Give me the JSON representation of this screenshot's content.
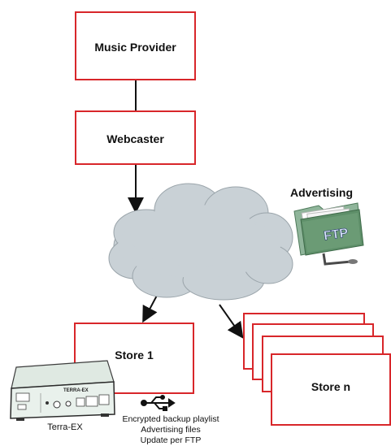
{
  "boxes": {
    "music_provider": "Music Provider",
    "webcaster": "Webcaster",
    "store_1": "Store 1",
    "store_n": "Store n"
  },
  "advertising": {
    "title": "Advertising",
    "ftp_label": "FTP"
  },
  "device": {
    "caption": "Terra-EX",
    "brand_text": "TERRA-EX"
  },
  "usb": {
    "lines": [
      "Encrypted backup playlist",
      "Advertising files",
      "Update per FTP"
    ]
  },
  "colors": {
    "box_border": "#d8262a",
    "cloud_fill": "#c9d1d6",
    "cloud_stroke": "#9aa4aa",
    "device_body": "#e9f1ec",
    "folder_green": "#5e8f69"
  },
  "icons": [
    "cloud-icon",
    "ftp-folder-icon",
    "usb-icon",
    "terra-ex-device-icon"
  ]
}
